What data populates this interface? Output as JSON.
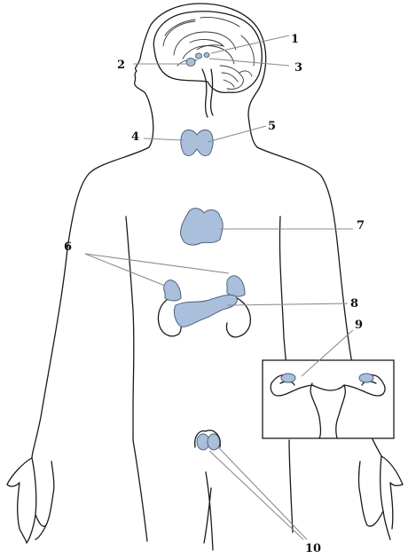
{
  "colors": {
    "gland_fill": "#a9bfdc",
    "gland_stroke": "#50627a",
    "outline": "#1a1a1a",
    "leader": "#8c8c8c"
  },
  "labels": {
    "l1": "1",
    "l2": "2",
    "l3": "3",
    "l4": "4",
    "l5": "5",
    "l6": "6",
    "l7": "7",
    "l8": "8",
    "l9": "9",
    "l10": "10"
  }
}
